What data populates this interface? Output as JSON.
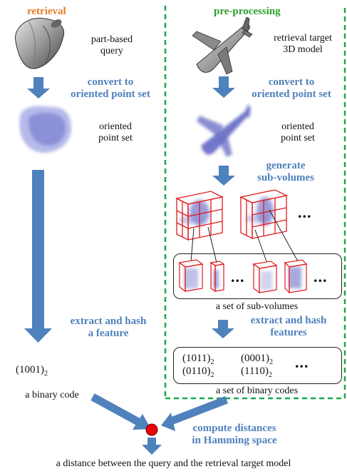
{
  "headers": {
    "retrieval": "retrieval",
    "preprocessing": "pre-processing"
  },
  "left": {
    "query_label_1": "part-based",
    "query_label_2": "query",
    "convert_1": "convert to",
    "convert_2": "oriented point set",
    "oriented_1": "oriented",
    "oriented_2": "point set",
    "extract_1": "extract and hash",
    "extract_2": "a feature",
    "binary_code_value": "(1001)",
    "binary_code_sub": "2",
    "binary_code_label": "a binary code"
  },
  "right": {
    "target_1": "retrieval target",
    "target_2": "3D model",
    "convert_1": "convert to",
    "convert_2": "oriented point set",
    "oriented_1": "oriented",
    "oriented_2": "point set",
    "generate_1": "generate",
    "generate_2": "sub-volumes",
    "ellipsis": "...",
    "subvolumes_label": "a set of sub-volumes",
    "extract_1": "extract and hash",
    "extract_2": "features",
    "codes": [
      {
        "value": "(1011)",
        "sub": "2"
      },
      {
        "value": "(0001)",
        "sub": "2"
      },
      {
        "value": "(0110)",
        "sub": "2"
      },
      {
        "value": "(1110)",
        "sub": "2"
      }
    ],
    "codes_label": "a set of binary codes"
  },
  "bottom": {
    "compute_1": "compute distances",
    "compute_2": "in Hamming space",
    "result": "a distance between the query and the retrieval target model"
  },
  "colors": {
    "arrow": "#4f81bd",
    "dashed_line": "#1aa84a",
    "node": "#ee0000",
    "subvolume_edges": "#e31a1c",
    "point_cloud": "#5a5fc0"
  }
}
